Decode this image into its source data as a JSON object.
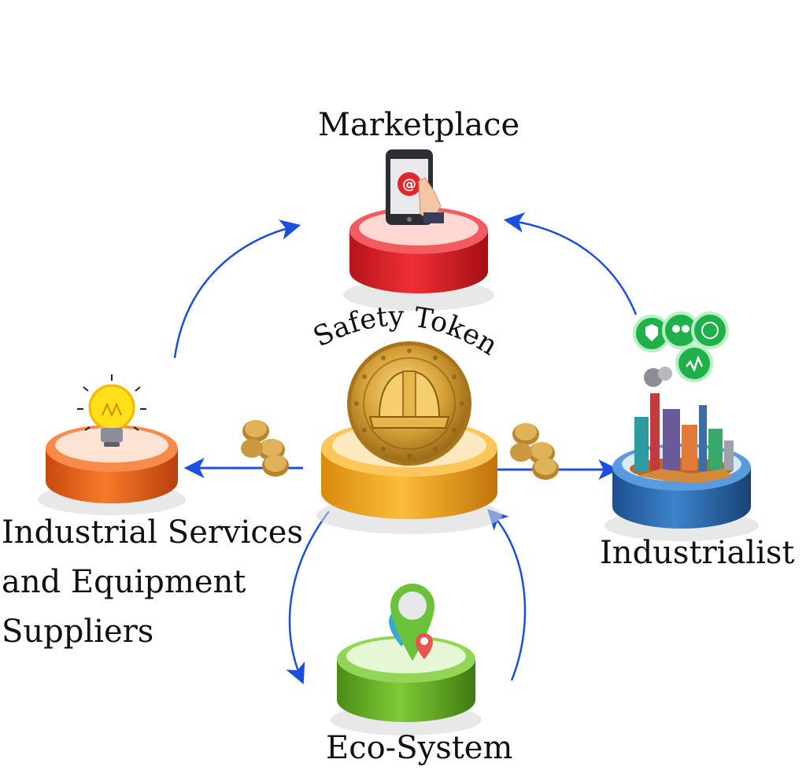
{
  "nodes": {
    "center": {
      "label": "Safety Token",
      "color": "#f0a51e"
    },
    "marketplace": {
      "label": "Marketplace",
      "color": "#e3262b"
    },
    "industrialist": {
      "label": "Industrialist",
      "color": "#2e6cb3"
    },
    "ecosystem": {
      "label": "Eco-System",
      "color": "#6cb52b"
    },
    "suppliers": {
      "label_lines": [
        "Industrial Services",
        "and Equipment",
        "Suppliers"
      ],
      "color": "#f26a1f"
    }
  },
  "colors": {
    "arrow": "#1a4fe0",
    "coin": "#d9a43a",
    "text": "#111111"
  },
  "icons": {
    "marketplace": "tablet-at-icon",
    "industrialist": "factory-icon",
    "ecosystem": "location-pin-icon",
    "suppliers": "light-bulb-icon",
    "center": "helmet-coin-icon"
  }
}
